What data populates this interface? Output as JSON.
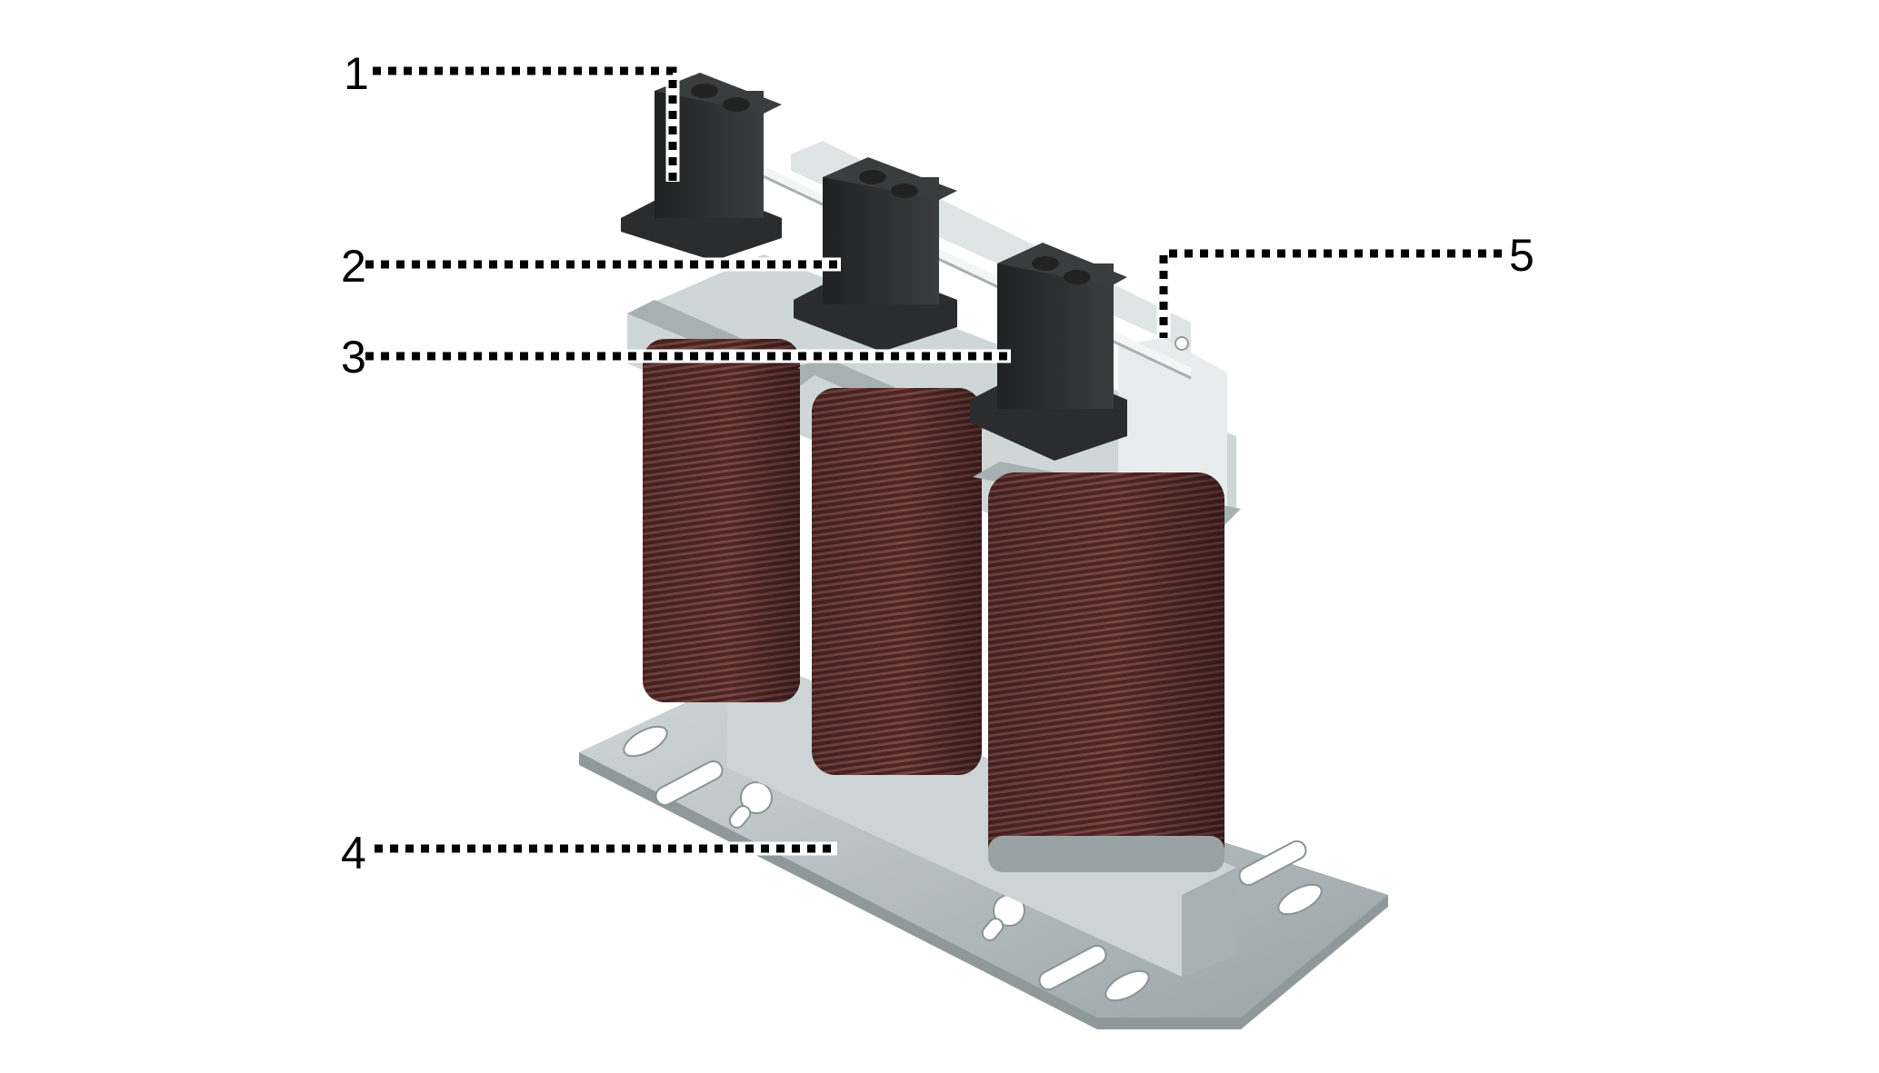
{
  "figure": {
    "subject": "three-phase reactor / choke with terminal blocks",
    "background_color": "#ffffff",
    "colors": {
      "coil_copper": "#5a2e2c",
      "coil_highlight": "#8a5552",
      "terminal_black": "#2a2c2d",
      "terminal_top": "#3a3d3e",
      "yoke_light": "#e6e8e9",
      "bobbin_grey": "#aab2b2",
      "base_plate": "#b9c2c4",
      "base_shadow": "#8f999b",
      "callout_line": "#000000"
    }
  },
  "callouts": [
    {
      "id": "1",
      "label": "1"
    },
    {
      "id": "2",
      "label": "2"
    },
    {
      "id": "3",
      "label": "3"
    },
    {
      "id": "4",
      "label": "4"
    },
    {
      "id": "5",
      "label": "5"
    }
  ]
}
